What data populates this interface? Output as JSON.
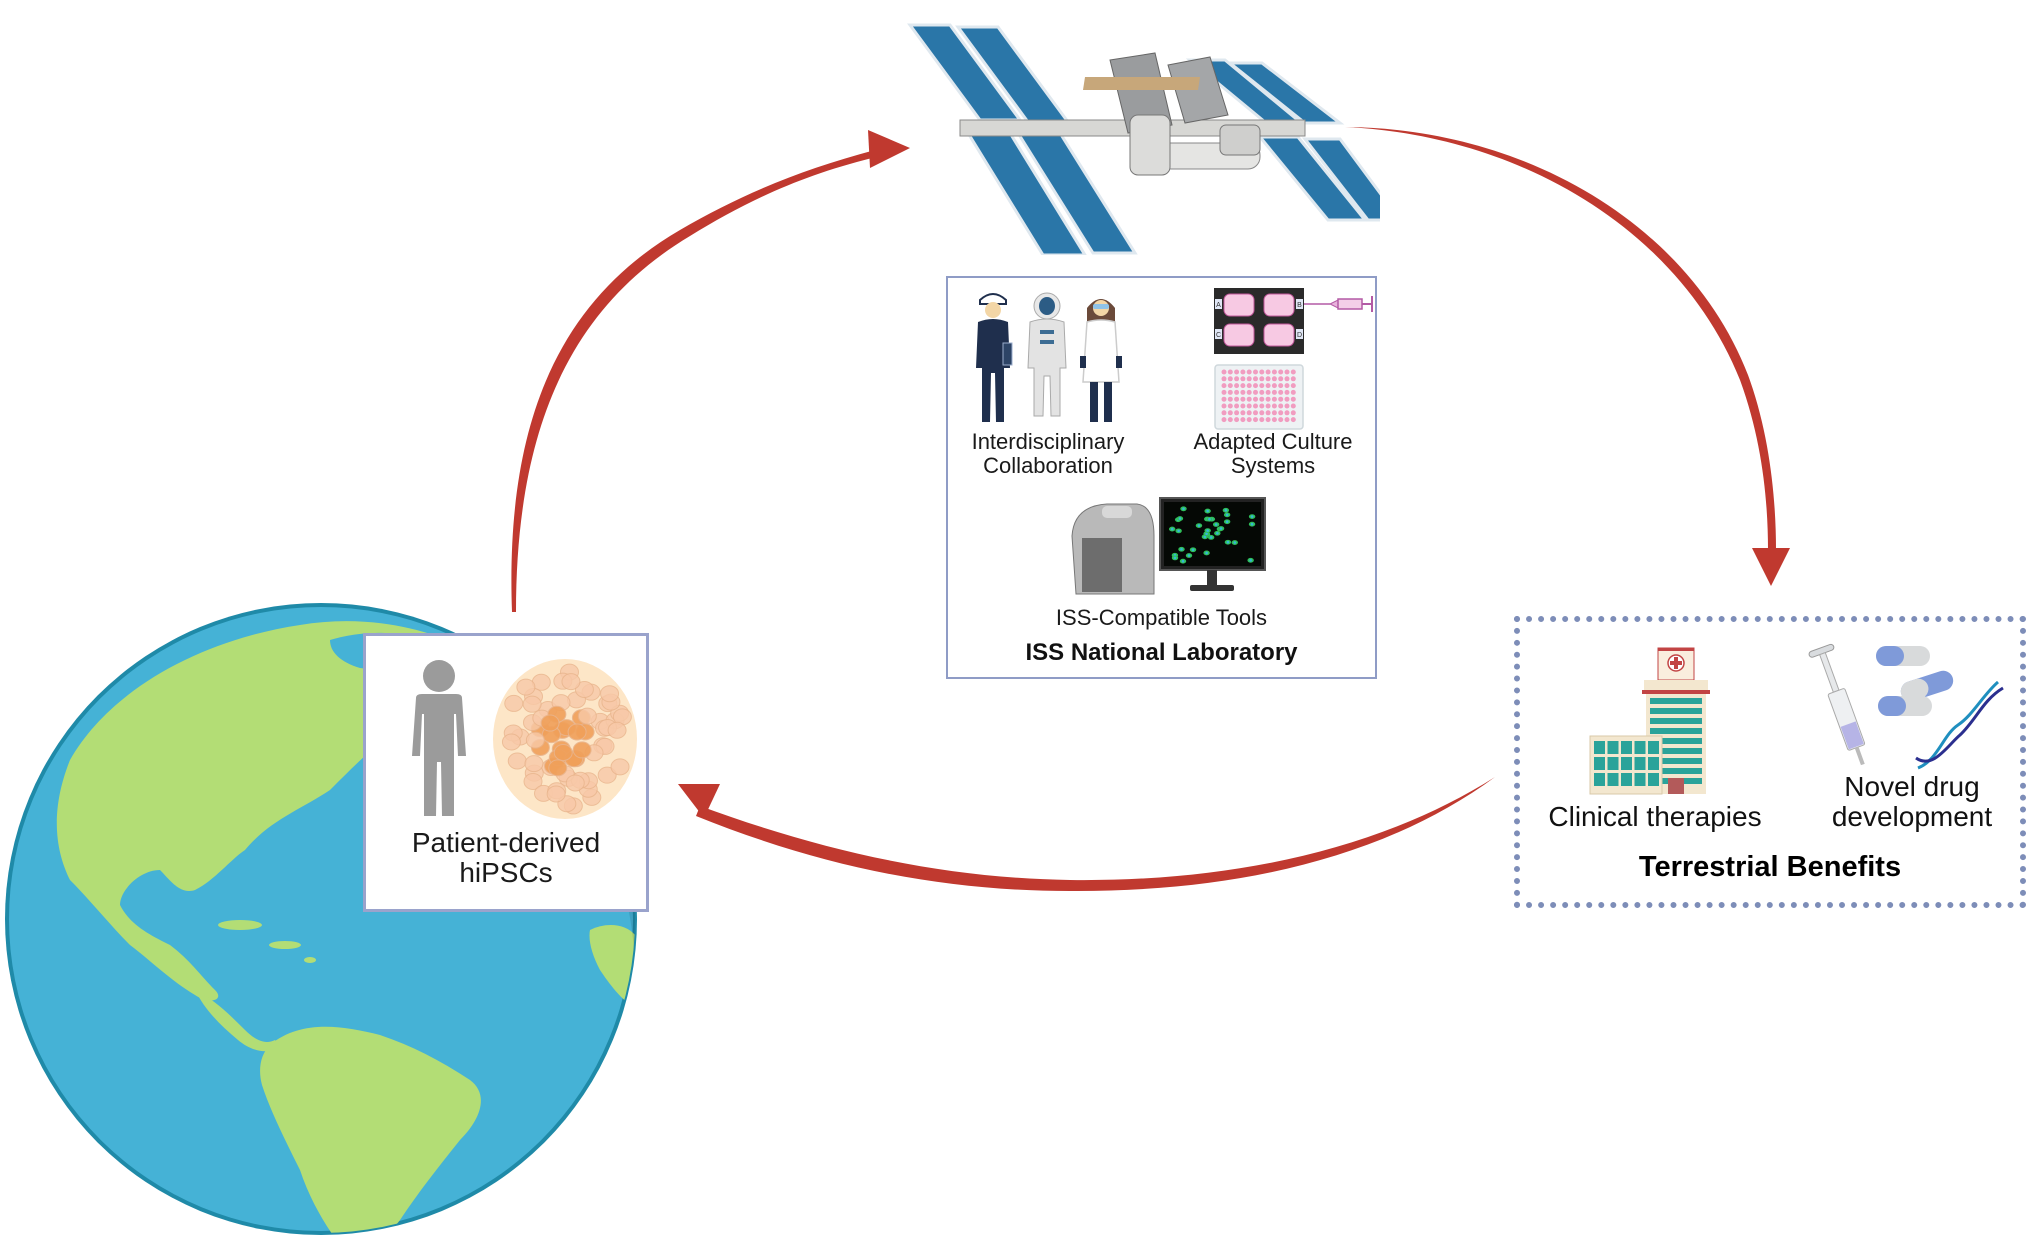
{
  "figure": {
    "colors": {
      "arrow": "#c0392f",
      "ocean": "#45b2d6",
      "land": "#b3dd75",
      "globe_rim": "#1f8aa8",
      "box_border": "#8f9cc6",
      "dotted_border": "#7d8db8",
      "solar_panel": "#2a76a8"
    }
  },
  "earth": {
    "icon": "earth-globe-icon",
    "box": {
      "icons": [
        "person-icon",
        "cell-colony-icon"
      ],
      "label_line1": "Patient-derived",
      "label_line2": "hiPSCs"
    }
  },
  "iss": {
    "icon": "space-station-icon"
  },
  "lab": {
    "title": "ISS National Laboratory",
    "items": [
      {
        "label_line1": "Interdisciplinary",
        "label_line2": "Collaboration",
        "icons": [
          "engineer-icon",
          "astronaut-icon",
          "scientist-icon"
        ]
      },
      {
        "label_line1": "Adapted Culture",
        "label_line2": "Systems",
        "icons": [
          "organ-chip-icon",
          "syringe-icon",
          "well-plate-icon"
        ]
      },
      {
        "label_line1": "ISS-Compatible Tools",
        "icons": [
          "imaging-instrument-icon",
          "monitor-icon"
        ]
      }
    ],
    "chip_ports": [
      "A",
      "B",
      "C",
      "D"
    ]
  },
  "terrestrial": {
    "title": "Terrestrial Benefits",
    "items": [
      {
        "label_line1": "Clinical therapies",
        "icons": [
          "hospital-icon"
        ]
      },
      {
        "label_line1": "Novel drug",
        "label_line2": "development",
        "icons": [
          "syringe-icon",
          "capsule-icon",
          "dna-icon"
        ]
      }
    ]
  },
  "arrows": [
    {
      "from": "Patient-derived hiPSCs",
      "to": "ISS"
    },
    {
      "from": "ISS",
      "to": "Terrestrial Benefits"
    },
    {
      "from": "Terrestrial Benefits",
      "to": "Patient-derived hiPSCs"
    }
  ]
}
